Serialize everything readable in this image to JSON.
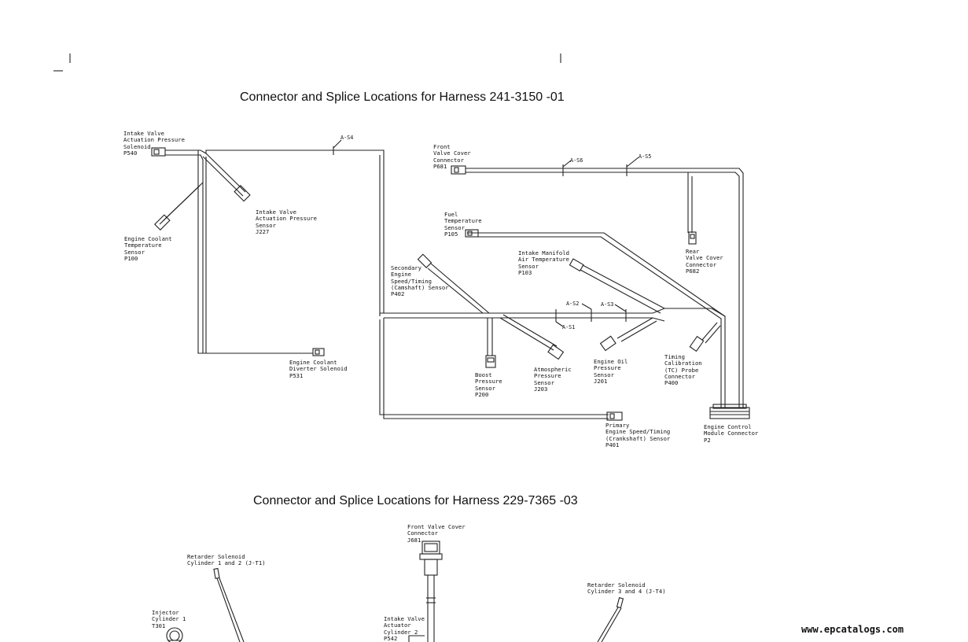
{
  "diagram1": {
    "title": "Connector and Splice Locations for Harness 241-3150 -01",
    "labels": {
      "p540": "Intake Valve\nActuation Pressure\nSolenoid\nP540",
      "j227": "Intake Valve\nActuation Pressure\nSensor\nJ227",
      "p100": "Engine Coolant\nTemperature\nSensor\nP100",
      "p531": "Engine Coolant\nDiverter Solenoid\nP531",
      "p681": "Front\nValve Cover\nConnector\nP681",
      "p105": "Fuel\nTemperature\nSensor\nP105",
      "p402": "Secondary\nEngine\nSpeed/Timing\n(Camshaft) Sensor\nP402",
      "p103": "Intake Manifold\nAir Temperature\nSensor\nP103",
      "p682": "Rear\nValve Cover\nConnector\nP682",
      "p200": "Boost\nPressure\nSensor\nP200",
      "j203": "Atmospheric\nPressure\nSensor\nJ203",
      "j201": "Engine Oil\nPressure\nSensor\nJ201",
      "p400": "Timing\nCalibration\n(TC) Probe\nConnector\nP400",
      "p401": "Primary\nEngine Speed/Timing\n(Crankshaft) Sensor\nP401",
      "p2": "Engine Control\nModule Connector\nP2"
    },
    "splices": {
      "s1": "A-S1",
      "s2": "A-S2",
      "s3": "A-S3",
      "s4": "A-S4",
      "s5": "A-S5",
      "s6": "A-S6"
    }
  },
  "diagram2": {
    "title": "Connector and Splice Locations for Harness 229-7365 -03",
    "labels": {
      "j681": "Front Valve Cover\nConnector\nJ681",
      "t1": "Retarder Solenoid\nCylinder 1 and 2 (J-T1)",
      "t4": "Retarder Solenoid\nCylinder 3 and 4 (J-T4)",
      "t301": "Injector\nCylinder 1\nT301",
      "p542": "Intake Valve\nActuator\nCylinder 2\nP542"
    }
  },
  "watermark": "www.epcatalogs.com"
}
